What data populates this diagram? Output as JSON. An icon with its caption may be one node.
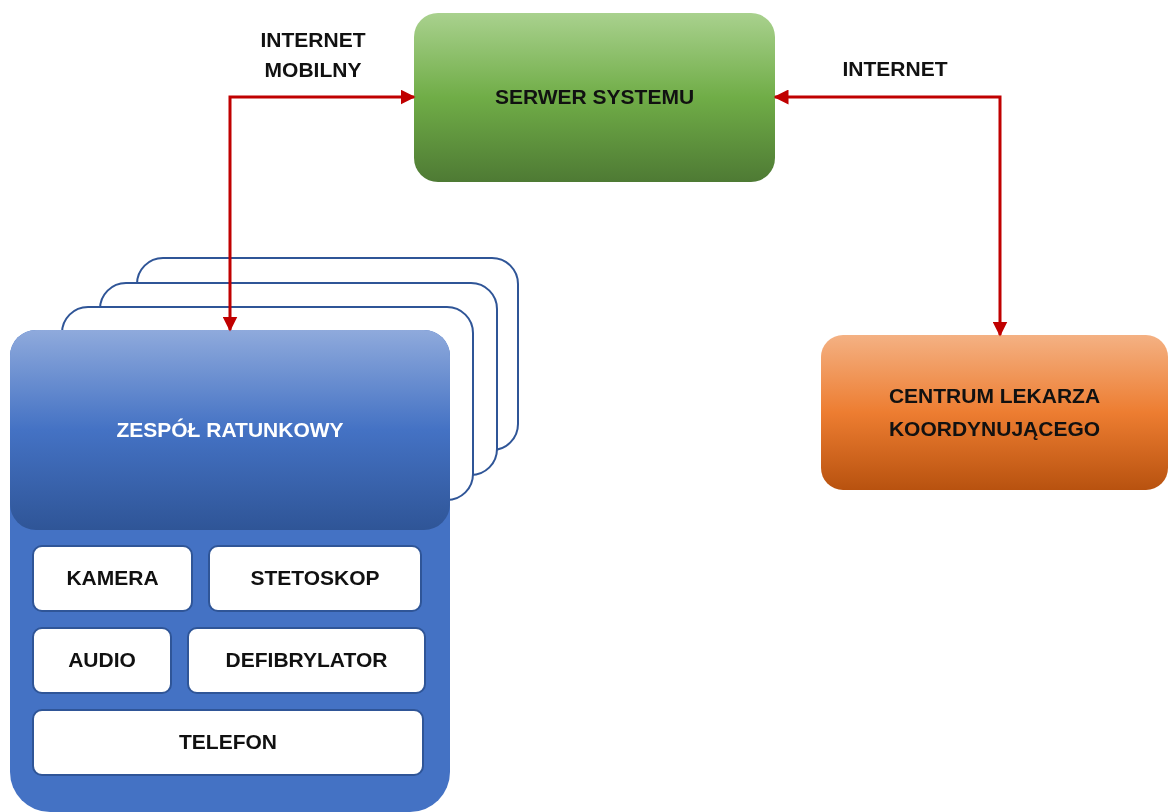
{
  "diagram": {
    "nodes": [
      {
        "text": [
          "SERWER SYSTEMU"
        ]
      },
      {
        "text": [
          "ZESPÓŁ RATUNKOWY"
        ]
      },
      {
        "text": [
          "KAMERA"
        ],
        "in": 1
      },
      {
        "text": [
          "STETOSKOP"
        ],
        "in": 1
      },
      {
        "text": [
          "AUDIO"
        ],
        "in": 1
      },
      {
        "text": [
          "DEFIBRYLATOR"
        ],
        "in": 1
      },
      {
        "text": [
          "TELEFON"
        ],
        "in": 1
      },
      {
        "text": [
          "CENTRUM LEKARZA KOORDYNUJĄCEGO"
        ]
      }
    ],
    "edges": [
      {
        "from": 0,
        "to": 1,
        "arrow": "both",
        "label": "INTERNET MOBILNY"
      },
      {
        "from": 0,
        "to": 7,
        "arrow": "both",
        "label": "INTERNET"
      }
    ]
  }
}
